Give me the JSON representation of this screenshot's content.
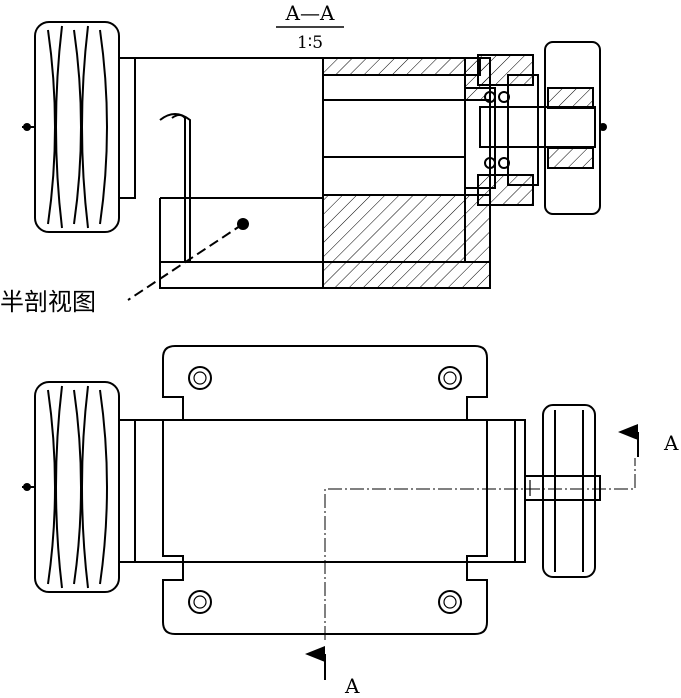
{
  "section_title": "A—A",
  "section_scale": "1∶5",
  "callout_label": "半剖视图",
  "cut_mark_right": "A",
  "cut_mark_bottom": "A"
}
